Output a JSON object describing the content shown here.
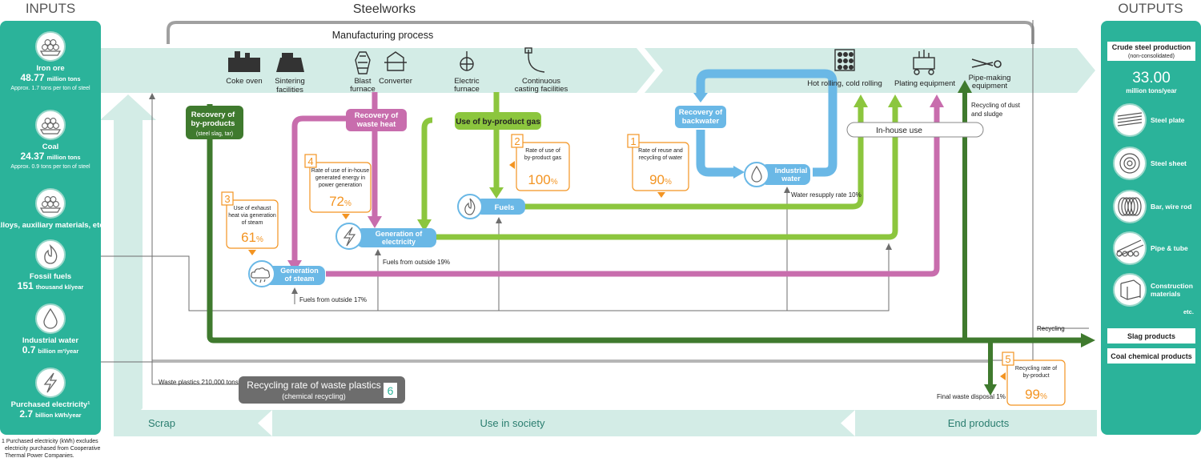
{
  "headers": {
    "inputs": "INPUTS",
    "steelworks": "Steelworks",
    "outputs": "OUTPUTS",
    "manufacturing": "Manufacturing process"
  },
  "colors": {
    "teal": "#2bb39a",
    "light_teal": "#d3ece6",
    "green": "#8cc63e",
    "purple": "#c86dad",
    "blue": "#6ab8e6",
    "dark_green": "#3f7a2e",
    "gray": "#6d6d6d",
    "orange": "#f39422"
  },
  "inputs": [
    {
      "icon": "iron-ore-icon",
      "name": "Iron ore",
      "value": "48.77",
      "unit": "million tons",
      "note": "Approx. 1.7 tons per ton of steel"
    },
    {
      "icon": "coal-icon",
      "name": "Coal",
      "value": "24.37",
      "unit": "million tons",
      "note": "Approx. 0.9 tons per ton of steel"
    },
    {
      "icon": "alloys-icon",
      "name": "Alloys, auxiliary materials, etc.",
      "value": "",
      "unit": "",
      "note": ""
    },
    {
      "icon": "flame-icon",
      "name": "Fossil fuels",
      "value": "151",
      "unit": "thousand kl/year",
      "note": ""
    },
    {
      "icon": "water-drop-icon",
      "name": "Industrial water",
      "value": "0.7",
      "unit": "billion m³/year",
      "note": ""
    },
    {
      "icon": "lightning-icon",
      "name": "Purchased electricity¹",
      "value": "2.7",
      "unit": "billion kWh/year",
      "note": ""
    }
  ],
  "footnote": [
    "1 Purchased electricity (kWh) excludes",
    "electricity purchased from Cooperative",
    "Thermal Power Companies."
  ],
  "process": {
    "coke_oven": "Coke oven",
    "sintering": [
      "Sintering",
      "facilities"
    ],
    "blast_furnace": [
      "Blast",
      "furnace"
    ],
    "converter": "Converter",
    "electric_furnace": [
      "Electric",
      "furnace"
    ],
    "continuous_casting": [
      "Continuous",
      "casting facilities"
    ],
    "hot_rolling": "Hot rolling, cold rolling",
    "plating": "Plating equipment",
    "pipe_making": [
      "Pipe-making",
      "equipment"
    ]
  },
  "labels": {
    "recovery_byproducts": [
      "Recovery of",
      "by-products"
    ],
    "recovery_byproducts_sub": "(steel slag, tar)",
    "recovery_waste_heat": [
      "Recovery of",
      "waste heat"
    ],
    "use_byproduct_gas": "Use of by-product gas",
    "recovery_backwater": [
      "Recovery of",
      "backwater"
    ],
    "in_house_use": "In-house use",
    "industrial_water": [
      "Industrial",
      "water"
    ],
    "fuels": "Fuels",
    "generation_electricity": [
      "Generation of",
      "electricity"
    ],
    "generation_steam": [
      "Generation",
      "of steam"
    ],
    "water_resupply": "Water resupply rate 10%",
    "fuels_outside_19": "Fuels from outside 19%",
    "fuels_outside_17": "Fuels from outside 17%",
    "recycling_dust": [
      "Recycling of dust",
      "and sludge"
    ],
    "recycling": "Recycling",
    "waste_plastics": "Waste plastics 210,000 tons",
    "recycling_plastics": "Recycling rate of waste plastics",
    "chemical_recycling": "(chemical recycling)",
    "final_waste": "Final waste disposal 1%",
    "scrap": "Scrap",
    "use_in_society": "Use in society",
    "end_products": "End products"
  },
  "rates": [
    {
      "num": "1",
      "lines": [
        "Rate of reuse and",
        "recycling of water"
      ],
      "value": "90",
      "unit": "%"
    },
    {
      "num": "2",
      "lines": [
        "Rate of use of",
        "by-product gas"
      ],
      "value": "100",
      "unit": "%"
    },
    {
      "num": "3",
      "lines": [
        "Use of exhaust",
        "heat via generation",
        "of steam"
      ],
      "value": "61",
      "unit": "%"
    },
    {
      "num": "4",
      "lines": [
        "Rate of use of in-house",
        "generated energy in",
        "power generation"
      ],
      "value": "72",
      "unit": "%"
    },
    {
      "num": "5",
      "lines": [
        "Recycling rate of",
        "by-product"
      ],
      "value": "99",
      "unit": "%"
    },
    {
      "num": "6",
      "lines": [],
      "value": "",
      "unit": ""
    }
  ],
  "outputs": {
    "title": "Crude steel production",
    "subtitle": "(non-consolidated)",
    "value": "33.00",
    "unit": "million tons/year",
    "products": [
      {
        "icon": "steel-plate-icon",
        "name": "Steel plate"
      },
      {
        "icon": "steel-sheet-icon",
        "name": "Steel sheet"
      },
      {
        "icon": "bar-wire-rod-icon",
        "name": "Bar, wire rod"
      },
      {
        "icon": "pipe-tube-icon",
        "name": "Pipe & tube"
      },
      {
        "icon": "construction-materials-icon",
        "name": "Construction materials"
      }
    ],
    "etc": "etc.",
    "slag": "Slag products",
    "coal_chemical": "Coal chemical products"
  }
}
